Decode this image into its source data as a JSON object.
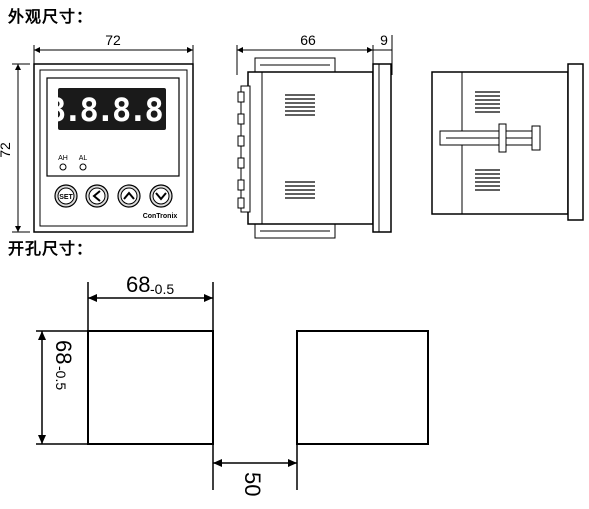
{
  "headings": {
    "outline": "外观尺寸：",
    "cutout": "开孔尺寸："
  },
  "front_view": {
    "width_dim": "72",
    "height_dim": "72",
    "display_digits": "8.8.8.8.",
    "indicators": [
      "AH",
      "AL"
    ],
    "buttons": [
      "SET",
      "<",
      "^",
      "v"
    ],
    "brand": "ConTronix"
  },
  "side_view": {
    "depth_dim": "66",
    "bezel_dim": "9"
  },
  "cutout_view": {
    "width_main": "68",
    "width_tol": "-0.5",
    "height_main": "68",
    "height_tol": "-0.5",
    "spacing": "50"
  },
  "colors": {
    "line": "#000000",
    "display_bg": "#1a1a1a",
    "panel_gray": "#dcdcdc"
  }
}
